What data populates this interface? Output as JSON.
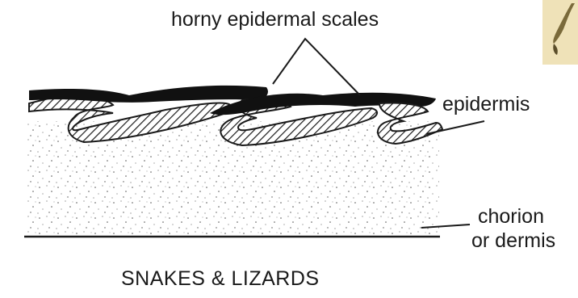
{
  "labels": {
    "horny_scales": "horny epidermal scales",
    "epidermis": "epidermis",
    "chorion_line1": "chorion",
    "chorion_line2": "or dermis",
    "title": "SNAKES & LIZARDS"
  },
  "colors": {
    "ink": "#1a1a1a",
    "thumbnail_bg": "#efe2b8",
    "thumbnail_figure": "#7a6a3a"
  }
}
